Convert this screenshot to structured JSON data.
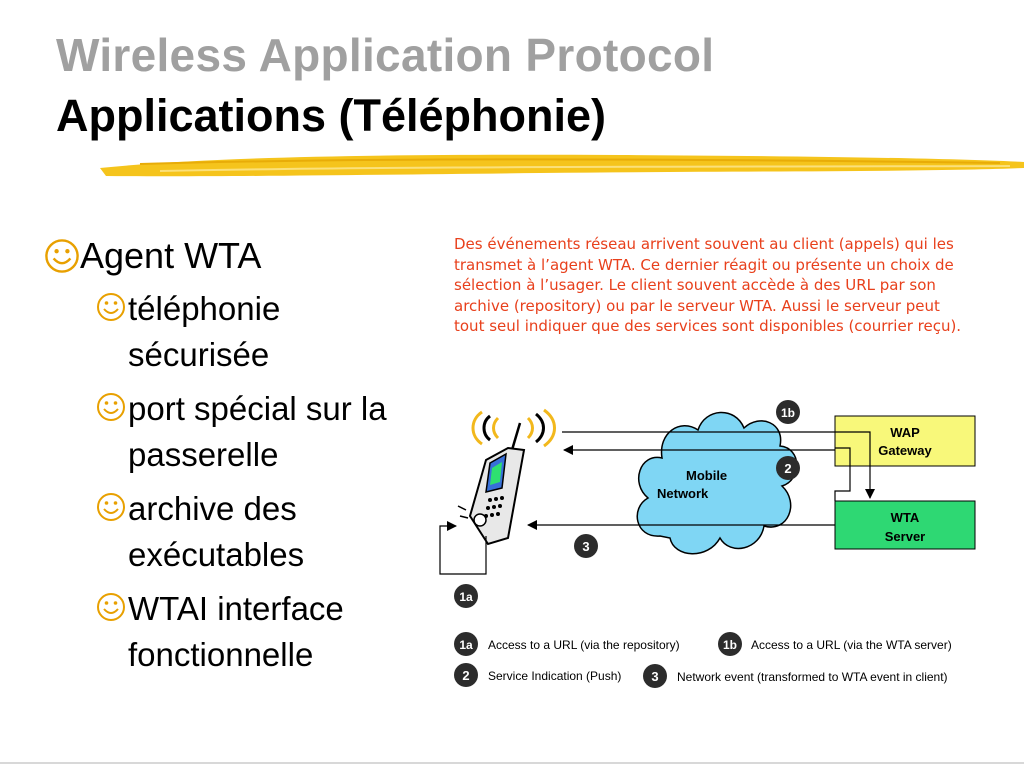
{
  "slide": {
    "title_line1": "Wireless Application Protocol",
    "title_line2": "Applications (Téléphonie)",
    "accent_color": "#f5c41c",
    "bullet_icon": "smiley-icon",
    "main_bullet": "Agent WTA",
    "sub_bullets": [
      "téléphonie sécurisée",
      "port spécial sur la passerelle",
      "archive des exécutables",
      "WTAI interface fonctionnelle"
    ],
    "description": "Des événements réseau arrivent souvent au client (appels) qui les transmet à l’agent WTA. Ce dernier réagit ou présente un choix de sélection à l’usager. Le client souvent accède à des URL par son archive (repository) ou par le serveur WTA. Aussi le serveur peut tout seul indiquer que des services sont disponibles (courrier reçu)."
  },
  "diagram": {
    "network_line1": "Mobile",
    "network_line2": "Network",
    "gateway_line1": "WAP",
    "gateway_line2": "Gateway",
    "gateway_color": "#f8f87a",
    "server_line1": "WTA",
    "server_line2": "Server",
    "server_color": "#2ed873",
    "step_labels": {
      "s1a": "1a",
      "s1b": "1b",
      "s2": "2",
      "s3": "3"
    },
    "legend": {
      "l1a_num": "1a",
      "l1a_text": "Access to a URL (via the repository)",
      "l1b_num": "1b",
      "l1b_text": "Access to a URL (via the WTA server)",
      "l2_num": "2",
      "l2_text": "Service Indication (Push)",
      "l3_num": "3",
      "l3_text": "Network event (transformed to WTA event in client)"
    }
  }
}
